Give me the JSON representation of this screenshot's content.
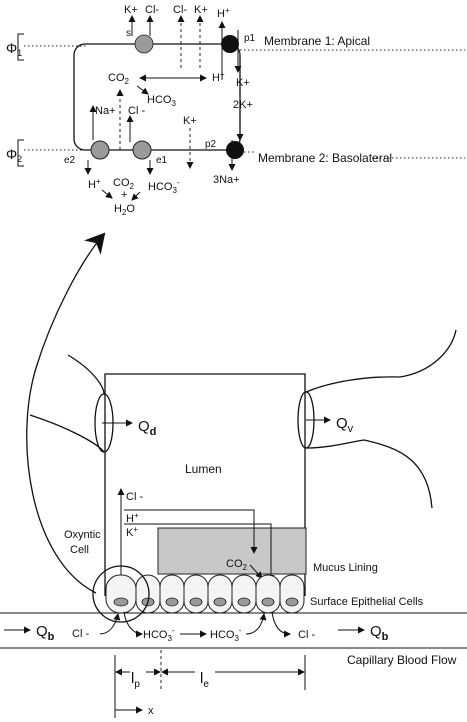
{
  "top": {
    "membrane1": "Membrane 1: Apical",
    "membrane2": "Membrane 2: Basolateral",
    "phi1": "Φ",
    "phi1_sub": "1",
    "phi2": "Φ",
    "phi2_sub": "2",
    "k_apical": "K+",
    "cl_apical_s": "Cl-",
    "cl_apical_channel": "Cl-",
    "k_apical_channel": "K+",
    "h_apical": "H",
    "h_apical_sup": "+",
    "s_label": "s",
    "p1_label": "p1",
    "co2_cell": "CO",
    "co2_cell_sub": "2",
    "h_cell": "H",
    "h_cell_sup": "+",
    "k_p1_out": "K+",
    "hco3_cell": "HCO",
    "hco3_cell_sub": "3",
    "na_e2": "Na+",
    "cl_e1": "Cl -",
    "k_baso_channel": "K+",
    "two_k": "2K+",
    "p2_label": "p2",
    "three_na": "3Na+",
    "e2_label": "e2",
    "e1_label": "e1",
    "h_baso": "H",
    "h_baso_sup": "+",
    "co2_baso": "CO",
    "co2_baso_sub": "2",
    "hco3_baso": "HCO",
    "hco3_baso_sub": "3",
    "hco3_baso_sup": "-",
    "plus_sign": "+",
    "h2o": "H",
    "h2o_sub": "2",
    "h2o_o": "O"
  },
  "bottom": {
    "qd": "Q",
    "qd_sub": "d",
    "qv": "Q",
    "qv_sub": "v",
    "lumen": "Lumen",
    "cl_minus": "Cl -",
    "h_plus": "H",
    "h_plus_sup": "+",
    "k_plus": "K",
    "k_plus_sup": "+",
    "oxyntic_line1": "Oxyntic",
    "oxyntic_line2": "Cell",
    "co2": "CO",
    "co2_sub": "2",
    "mucus": "Mucus Lining",
    "surface": "Surface Epithelial Cells",
    "qb_left": "Q",
    "qb_left_sub": "b",
    "cl_left": "Cl -",
    "hco3_a": "HCO",
    "hco3_a_sub": "3",
    "hco3_a_sup": "-",
    "hco3_b": "HCO",
    "hco3_b_sub": "3",
    "hco3_b_sup": "-",
    "cl_right": "Cl -",
    "qb_right": "Q",
    "qb_right_sub": "b",
    "capillary": "Capillary Blood Flow",
    "lp": "l",
    "lp_sub": "p",
    "le": "l",
    "le_sub": "e",
    "x": "x"
  },
  "colors": {
    "line": "#111111",
    "light_pump": "#9a9a9a",
    "dark_pump": "#111111",
    "mucus_fill": "#c8c8c8",
    "nucleus": "#9a9a9a"
  }
}
